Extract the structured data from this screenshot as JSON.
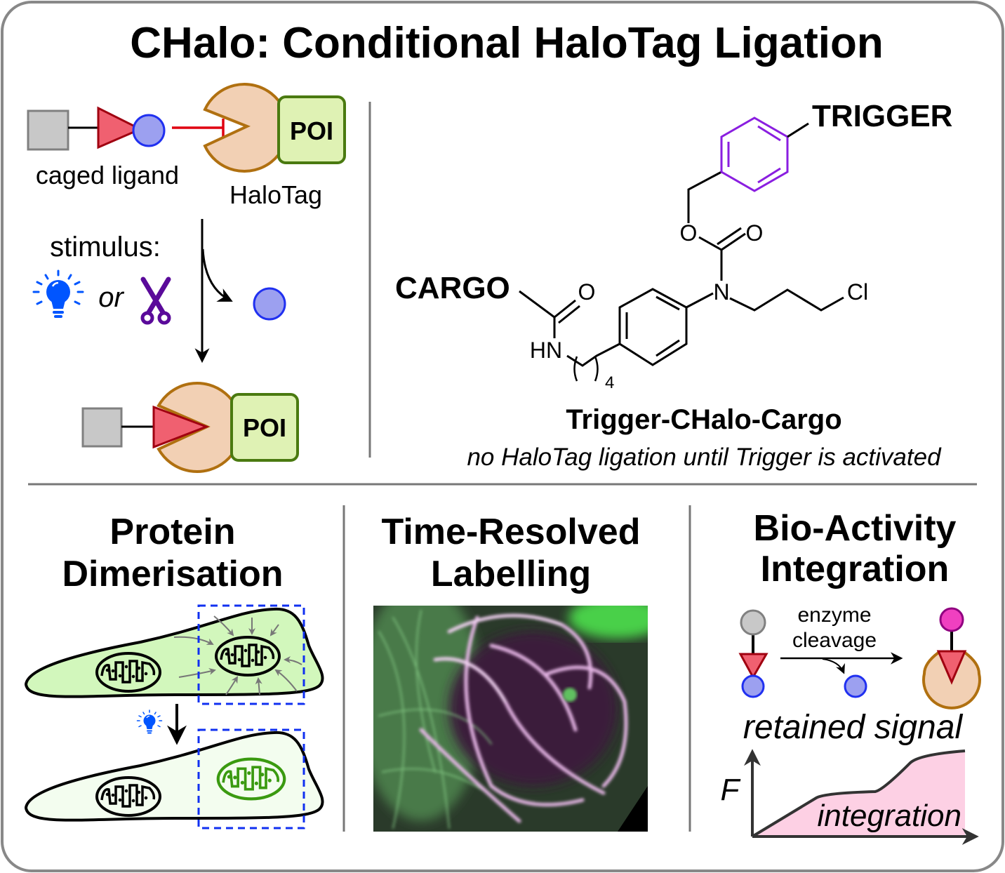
{
  "title": "CHalo: Conditional HaloTag Ligation",
  "mechanism": {
    "caged_ligand_label": "caged ligand",
    "halotag_label": "HaloTag",
    "poi_label": "POI",
    "poi_label_bound": "POI",
    "stimulus_label": "stimulus:",
    "or_label": "or",
    "icons": [
      "lightbulb-icon",
      "scissors-icon"
    ]
  },
  "structure": {
    "cargo": "CARGO",
    "trigger": "TRIGGER",
    "atoms": {
      "o1": "O",
      "hn": "HN",
      "sub4": "4",
      "n": "N",
      "o2": "O",
      "o3": "O",
      "cl": "Cl"
    },
    "name": "Trigger-CHalo-Cargo",
    "caption": "no HaloTag ligation until Trigger is activated"
  },
  "panels": {
    "dimerisation": {
      "line1": "Protein",
      "line2": "Dimerisation"
    },
    "labelling": {
      "line1": "Time-Resolved",
      "line2": "Labelling"
    },
    "bioactivity": {
      "line1": "Bio-Activity",
      "line2": "Integration",
      "enzyme1": "enzyme",
      "enzyme2": "cleavage",
      "retained": "retained signal",
      "y_axis": "F",
      "area_label": "integration"
    }
  },
  "colors": {
    "frame": "#888888",
    "ligand_red": "#f06070",
    "cage_blue": "#9ca0f0",
    "halotag": "#f2d0b4",
    "poi": "#dff2b4",
    "trigger_purple": "#8a1ee0",
    "cell_green": "#d2f7bc",
    "integration_pink": "#fdd0e4"
  }
}
